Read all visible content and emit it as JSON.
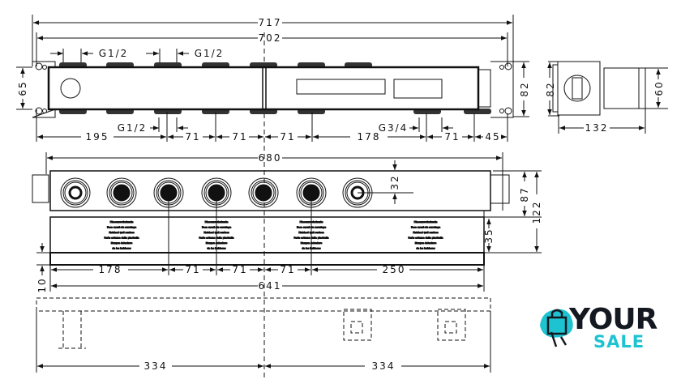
{
  "top_view": {
    "dims": {
      "overall": "717",
      "body": "702",
      "height": "65",
      "height_right": "82",
      "left_offset": "195",
      "pitch": "71",
      "right_span": "178",
      "right_pitch": "71",
      "right_end": "45"
    },
    "threads": {
      "top_a": "G1/2",
      "top_b": "G1/2",
      "bottom": "G1/2",
      "supply": "G3/4"
    }
  },
  "side_view": {
    "dims": {
      "height": "82",
      "cyl": "60",
      "depth": "132"
    }
  },
  "front_view": {
    "dims": {
      "overall": "680",
      "center": "32",
      "h87": "87",
      "h122": "122",
      "h35": "35",
      "left": "178",
      "pitch": "71",
      "right": "250",
      "bottom_gap": "10",
      "base": "641"
    },
    "strip_label": [
      "Fliesenvorderkante",
      "Face avant du carrelage",
      "Finished wall surface",
      "Parte esterna della piastrella",
      "Margen delantero",
      "de los baldosas"
    ]
  },
  "bottom_view": {
    "dims": {
      "left": "334",
      "right": "334"
    }
  },
  "logo": {
    "word1": "YOUR",
    "word2": "SALE",
    "colors": {
      "dark": "#141821",
      "accent": "#1ec3d2"
    }
  }
}
